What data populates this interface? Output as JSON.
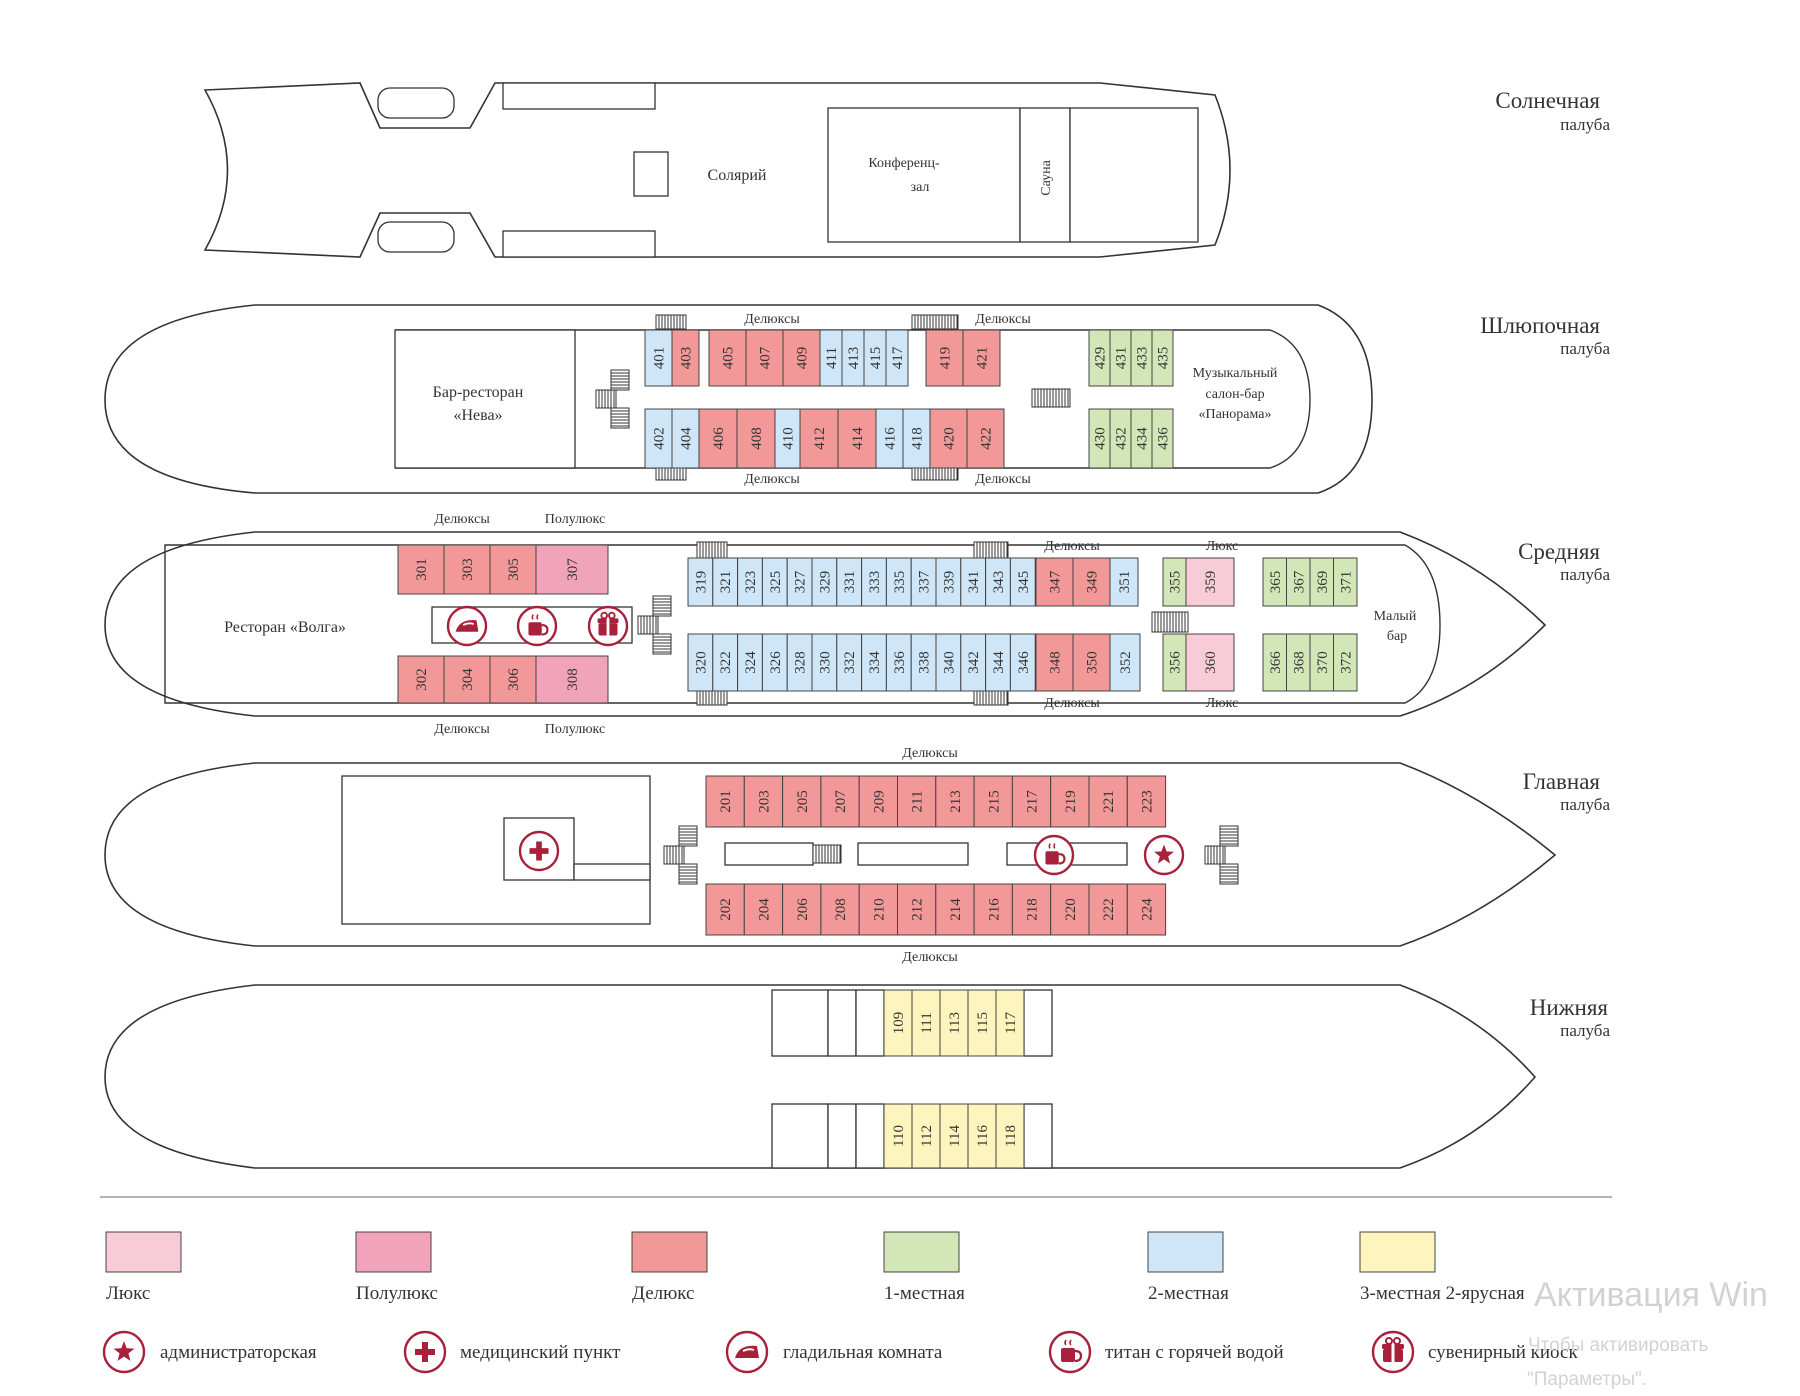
{
  "colors": {
    "lux": "#f8ccd6",
    "semi_lux": "#f1a3bc",
    "deluxe": "#f29898",
    "single": "#d3e6b8",
    "double": "#cfe6f8",
    "triple": "#fdf5bd",
    "icon": "#a8203a",
    "line": "#333333"
  },
  "decks": {
    "sun": {
      "name": "Солнечная",
      "sub": "палуба",
      "solarium": "Солярий",
      "conf_1": "Конференц-",
      "conf_2": "зал",
      "sauna": "Сауна"
    },
    "boat": {
      "name": "Шлюпочная",
      "sub": "палуба",
      "bar_1": "Бар-ресторан",
      "bar_2": "«Нева»",
      "music_1": "Музыкальный",
      "music_2": "салон-бар",
      "music_3": "«Панорама»",
      "deluxe_label": "Делюксы"
    },
    "middle": {
      "name": "Средняя",
      "sub": "палуба",
      "restaurant": "Ресторан «Волга»",
      "small_bar_1": "Малый",
      "small_bar_2": "бар",
      "deluxe_label": "Делюксы",
      "semi_lux_label": "Полулюкс",
      "lux_label": "Люкс"
    },
    "main": {
      "name": "Главная",
      "sub": "палуба",
      "deluxe_label": "Делюксы"
    },
    "lower": {
      "name": "Нижняя",
      "sub": "палуба"
    }
  },
  "legend": {
    "lux": "Люкс",
    "semi_lux": "Полулюкс",
    "deluxe": "Делюкс",
    "single": "1-местная",
    "double": "2-местная",
    "triple": "3-местная 2-ярусная",
    "admin": "администраторская",
    "medical": "медицинский пункт",
    "ironing": "гладильная комната",
    "titan": "титан с горячей водой",
    "souvenir": "сувенирный киоск"
  },
  "icons": {
    "admin": "star-icon",
    "medical": "medical-cross-icon",
    "ironing": "iron-icon",
    "titan": "hot-water-cup-icon",
    "souvenir": "gift-icon"
  },
  "watermark": {
    "line1": "Активация Win",
    "line2": "Чтобы активировать",
    "line3": "\"Параметры\"."
  },
  "cabins": {
    "boat_top": [
      {
        "n": "401",
        "t": "double"
      },
      {
        "n": "403",
        "t": "deluxe"
      },
      {
        "n": "405",
        "t": "deluxe"
      },
      {
        "n": "407",
        "t": "deluxe"
      },
      {
        "n": "409",
        "t": "deluxe"
      },
      {
        "n": "411",
        "t": "double"
      },
      {
        "n": "413",
        "t": "double"
      },
      {
        "n": "415",
        "t": "double"
      },
      {
        "n": "417",
        "t": "double"
      },
      {
        "n": "419",
        "t": "deluxe"
      },
      {
        "n": "421",
        "t": "deluxe"
      }
    ],
    "boat_bottom": [
      {
        "n": "402",
        "t": "double"
      },
      {
        "n": "404",
        "t": "double"
      },
      {
        "n": "406",
        "t": "deluxe"
      },
      {
        "n": "408",
        "t": "deluxe"
      },
      {
        "n": "410",
        "t": "double"
      },
      {
        "n": "412",
        "t": "deluxe"
      },
      {
        "n": "414",
        "t": "deluxe"
      },
      {
        "n": "416",
        "t": "double"
      },
      {
        "n": "418",
        "t": "double"
      },
      {
        "n": "420",
        "t": "deluxe"
      },
      {
        "n": "422",
        "t": "deluxe"
      }
    ],
    "boat_top_single": [
      {
        "n": "429",
        "t": "single"
      },
      {
        "n": "431",
        "t": "single"
      },
      {
        "n": "433",
        "t": "single"
      },
      {
        "n": "435",
        "t": "single"
      }
    ],
    "boat_bottom_single": [
      {
        "n": "430",
        "t": "single"
      },
      {
        "n": "432",
        "t": "single"
      },
      {
        "n": "434",
        "t": "single"
      },
      {
        "n": "436",
        "t": "single"
      }
    ],
    "mid_aft_top": [
      {
        "n": "301",
        "t": "deluxe"
      },
      {
        "n": "303",
        "t": "deluxe"
      },
      {
        "n": "305",
        "t": "deluxe"
      },
      {
        "n": "307",
        "t": "semi_lux"
      }
    ],
    "mid_aft_bottom": [
      {
        "n": "302",
        "t": "deluxe"
      },
      {
        "n": "304",
        "t": "deluxe"
      },
      {
        "n": "306",
        "t": "deluxe"
      },
      {
        "n": "308",
        "t": "semi_lux"
      }
    ],
    "mid_top": [
      {
        "n": "319",
        "t": "double"
      },
      {
        "n": "321",
        "t": "double"
      },
      {
        "n": "323",
        "t": "double"
      },
      {
        "n": "325",
        "t": "double"
      },
      {
        "n": "327",
        "t": "double"
      },
      {
        "n": "329",
        "t": "double"
      },
      {
        "n": "331",
        "t": "double"
      },
      {
        "n": "333",
        "t": "double"
      },
      {
        "n": "335",
        "t": "double"
      },
      {
        "n": "337",
        "t": "double"
      },
      {
        "n": "339",
        "t": "double"
      },
      {
        "n": "341",
        "t": "double"
      },
      {
        "n": "343",
        "t": "double"
      },
      {
        "n": "345",
        "t": "double"
      },
      {
        "n": "347",
        "t": "deluxe"
      },
      {
        "n": "349",
        "t": "deluxe"
      },
      {
        "n": "351",
        "t": "double"
      }
    ],
    "mid_bottom": [
      {
        "n": "320",
        "t": "double"
      },
      {
        "n": "322",
        "t": "double"
      },
      {
        "n": "324",
        "t": "double"
      },
      {
        "n": "326",
        "t": "double"
      },
      {
        "n": "328",
        "t": "double"
      },
      {
        "n": "330",
        "t": "double"
      },
      {
        "n": "332",
        "t": "double"
      },
      {
        "n": "334",
        "t": "double"
      },
      {
        "n": "336",
        "t": "double"
      },
      {
        "n": "338",
        "t": "double"
      },
      {
        "n": "340",
        "t": "double"
      },
      {
        "n": "342",
        "t": "double"
      },
      {
        "n": "344",
        "t": "double"
      },
      {
        "n": "346",
        "t": "double"
      },
      {
        "n": "348",
        "t": "deluxe"
      },
      {
        "n": "350",
        "t": "deluxe"
      },
      {
        "n": "352",
        "t": "double"
      }
    ],
    "mid_fwd_top": [
      {
        "n": "355",
        "t": "single"
      },
      {
        "n": "359",
        "t": "lux"
      },
      {
        "n": "365",
        "t": "single"
      },
      {
        "n": "367",
        "t": "single"
      },
      {
        "n": "369",
        "t": "single"
      },
      {
        "n": "371",
        "t": "single"
      }
    ],
    "mid_fwd_bottom": [
      {
        "n": "356",
        "t": "single"
      },
      {
        "n": "360",
        "t": "lux"
      },
      {
        "n": "366",
        "t": "single"
      },
      {
        "n": "368",
        "t": "single"
      },
      {
        "n": "370",
        "t": "single"
      },
      {
        "n": "372",
        "t": "single"
      }
    ],
    "main_top": [
      {
        "n": "201",
        "t": "deluxe"
      },
      {
        "n": "203",
        "t": "deluxe"
      },
      {
        "n": "205",
        "t": "deluxe"
      },
      {
        "n": "207",
        "t": "deluxe"
      },
      {
        "n": "209",
        "t": "deluxe"
      },
      {
        "n": "211",
        "t": "deluxe"
      },
      {
        "n": "213",
        "t": "deluxe"
      },
      {
        "n": "215",
        "t": "deluxe"
      },
      {
        "n": "217",
        "t": "deluxe"
      },
      {
        "n": "219",
        "t": "deluxe"
      },
      {
        "n": "221",
        "t": "deluxe"
      },
      {
        "n": "223",
        "t": "deluxe"
      }
    ],
    "main_bottom": [
      {
        "n": "202",
        "t": "deluxe"
      },
      {
        "n": "204",
        "t": "deluxe"
      },
      {
        "n": "206",
        "t": "deluxe"
      },
      {
        "n": "208",
        "t": "deluxe"
      },
      {
        "n": "210",
        "t": "deluxe"
      },
      {
        "n": "212",
        "t": "deluxe"
      },
      {
        "n": "214",
        "t": "deluxe"
      },
      {
        "n": "216",
        "t": "deluxe"
      },
      {
        "n": "218",
        "t": "deluxe"
      },
      {
        "n": "220",
        "t": "deluxe"
      },
      {
        "n": "222",
        "t": "deluxe"
      },
      {
        "n": "224",
        "t": "deluxe"
      }
    ],
    "lower_top": [
      {
        "n": "109",
        "t": "triple"
      },
      {
        "n": "111",
        "t": "triple"
      },
      {
        "n": "113",
        "t": "triple"
      },
      {
        "n": "115",
        "t": "triple"
      },
      {
        "n": "117",
        "t": "triple"
      }
    ],
    "lower_bottom": [
      {
        "n": "110",
        "t": "triple"
      },
      {
        "n": "112",
        "t": "triple"
      },
      {
        "n": "114",
        "t": "triple"
      },
      {
        "n": "116",
        "t": "triple"
      },
      {
        "n": "118",
        "t": "triple"
      }
    ]
  }
}
